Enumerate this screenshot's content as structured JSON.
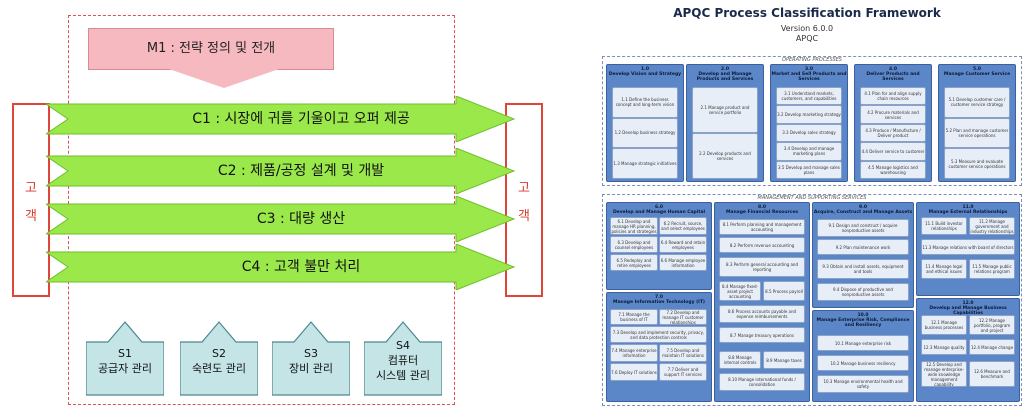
{
  "diagram": {
    "m1": "M1 : 전략 정의 및 전개",
    "customer_left": [
      "고",
      "객"
    ],
    "customer_right": [
      "고",
      "객"
    ],
    "core": [
      "C1 : 시장에 귀를 기울이고 오퍼 제공",
      "C2 : 제품/공정 설계 및 개발",
      "C3 : 대량 생산",
      "C4 : 고객 불만 처리"
    ],
    "support": [
      {
        "code": "S1",
        "label": "공급자 관리"
      },
      {
        "code": "S2",
        "label": "숙련도 관리"
      },
      {
        "code": "S3",
        "label": "장비 관리"
      },
      {
        "code": "S4",
        "label": "컴퓨터\n시스템 관리"
      }
    ],
    "colors": {
      "arrow": "#9be84a",
      "m1": "#f7b9c0",
      "support": "#c4e4e6",
      "customer": "#e0453a"
    }
  },
  "apqc": {
    "title": "APQC Process Classification Framework",
    "version": "Version 6.0.0",
    "org": "APQC",
    "operating_label": "OPERATING PROCESSES",
    "management_label": "MANAGEMENT AND SUPPORTING SERVICES",
    "operating": [
      {
        "num": "1.0",
        "title": "Develop Vision and Strategy",
        "items": [
          "1.1 Define the business concept and long-term vision",
          "1.2 Develop business strategy",
          "1.3 Manage strategic initiatives"
        ]
      },
      {
        "num": "2.0",
        "title": "Develop and Manage Products and Services",
        "items": [
          "2.1 Manage product and service portfolio",
          "2.2 Develop products and services"
        ]
      },
      {
        "num": "3.0",
        "title": "Market and Sell Products and Services",
        "items": [
          "3.1 Understand markets, customers, and capabilities",
          "3.2 Develop marketing strategy",
          "3.3 Develop sales strategy",
          "3.4 Develop and manage marketing plans",
          "3.5 Develop and manage sales plans"
        ]
      },
      {
        "num": "4.0",
        "title": "Deliver Products and Services",
        "items": [
          "4.1 Plan for and align supply chain resources",
          "4.2 Procure materials and services",
          "4.3 Produce / Manufacture / Deliver product",
          "4.4 Deliver service to customer",
          "4.5 Manage logistics and warehousing"
        ]
      },
      {
        "num": "5.0",
        "title": "Manage Customer Service",
        "items": [
          "5.1 Develop customer care / customer service strategy",
          "5.2 Plan and manage customer service operations",
          "5.3 Measure and evaluate customer service operations"
        ]
      }
    ],
    "management": [
      {
        "num": "6.0",
        "title": "Develop and Manage Human Capital",
        "items": [
          "6.1 Develop and manage HR planning, policies and strategies",
          "6.2 Recruit, source, and select employees",
          "6.3 Develop and counsel employees",
          "6.4 Reward and retain employees",
          "6.5 Redeploy and retire employees",
          "6.6 Manage employee information"
        ]
      },
      {
        "num": "7.0",
        "title": "Manage Information Technology (IT)",
        "items": [
          "7.1 Manage the business of IT",
          "7.2 Develop and manage IT customer relationships",
          "7.3 Develop and implement security, privacy, and data protection controls",
          "7.4 Manage enterprise information",
          "7.5 Develop and maintain IT solutions",
          "7.6 Deploy IT solutions",
          "7.7 Deliver and support IT services"
        ]
      },
      {
        "num": "8.0",
        "title": "Manage Financial Resources",
        "items": [
          "8.1 Perform planning and management accounting",
          "8.2 Perform revenue accounting",
          "8.3 Perform general accounting and reporting",
          "8.4 Manage fixed-asset project accounting",
          "8.5 Process payroll",
          "8.6 Process accounts payable and expense reimbursements",
          "8.7 Manage treasury operations",
          "8.8 Manage internal controls",
          "8.9 Manage taxes",
          "8.10 Manage international funds / consolidation"
        ]
      },
      {
        "num": "9.0",
        "title": "Acquire, Construct and Manage Assets",
        "items": [
          "9.1 Design and construct / acquire nonproductive assets",
          "9.2 Plan maintenance work",
          "9.3 Obtain and install assets, equipment and tools",
          "9.4 Dispose of productive and nonproductive assets"
        ]
      },
      {
        "num": "10.0",
        "title": "Manage Enterprise Risk, Compliance and Resiliency",
        "items": [
          "10.1 Manage enterprise risk",
          "10.2 Manage business resiliency",
          "10.3 Manage environmental health and safety"
        ]
      },
      {
        "num": "11.0",
        "title": "Manage External Relationships",
        "items": [
          "11.1 Build investor relationships",
          "11.2 Manage government and industry relationships",
          "11.3 Manage relations with board of directors",
          "11.4 Manage legal and ethical issues",
          "11.5 Manage public relations program"
        ]
      },
      {
        "num": "12.0",
        "title": "Develop and Manage Business Capabilities",
        "items": [
          "12.1 Manage business processes",
          "12.2 Manage portfolio, program and project",
          "12.3 Manage quality",
          "12.4 Manage change",
          "12.5 Develop and manage enterprise-wide knowledge management capability",
          "12.6 Measure and benchmark"
        ]
      }
    ]
  }
}
